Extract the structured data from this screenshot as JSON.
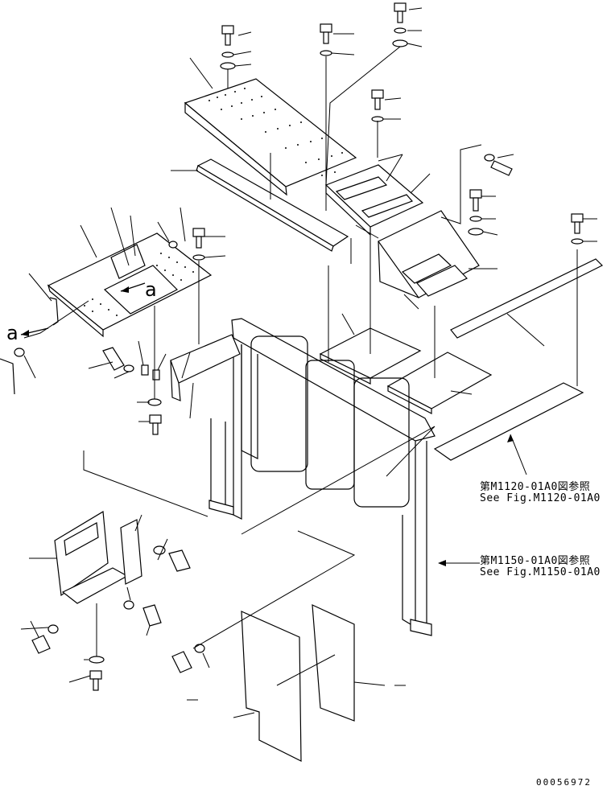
{
  "references": {
    "m1120_jp": "第M1120-01A0図参照",
    "m1120_en": "See Fig.M1120-01A0",
    "m1150_jp": "第M1150-01A0図参照",
    "m1150_en": "See Fig.M1150-01A0"
  },
  "view_label": "a",
  "drawing_code": "00056972"
}
